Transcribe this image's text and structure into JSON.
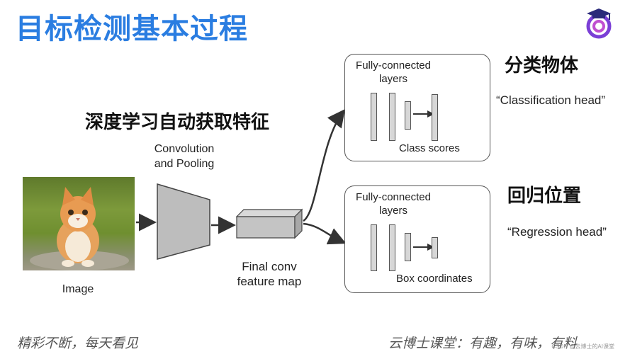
{
  "title": "目标检测基本过程",
  "headings": {
    "feature": "深度学习自动获取特征",
    "classify": "分类物体",
    "regress": "回归位置"
  },
  "labels": {
    "conv_line1": "Convolution",
    "conv_line2": "and Pooling",
    "image": "Image",
    "final_line1": "Final conv",
    "final_line2": "feature map"
  },
  "fc_top": {
    "title_line1": "Fully-connected",
    "title_line2": "layers",
    "caption": "Class scores",
    "head": "“Classification head”"
  },
  "fc_bottom": {
    "title_line1": "Fully-connected",
    "title_line2": "layers",
    "caption": "Box coordinates",
    "head": "“Regression head”"
  },
  "footer": {
    "left": "精彩不断，每天看见",
    "right": "云博士课堂：有趣，有味，有料"
  },
  "watermark": "CSDN @云博士的AI课堂",
  "colors": {
    "title": "#2a7de1",
    "logo_primary": "#7b3fd6",
    "block_fill": "#bdbdbd",
    "arrow": "#333333"
  },
  "icons": {
    "logo": "graduation-cap-logo"
  }
}
